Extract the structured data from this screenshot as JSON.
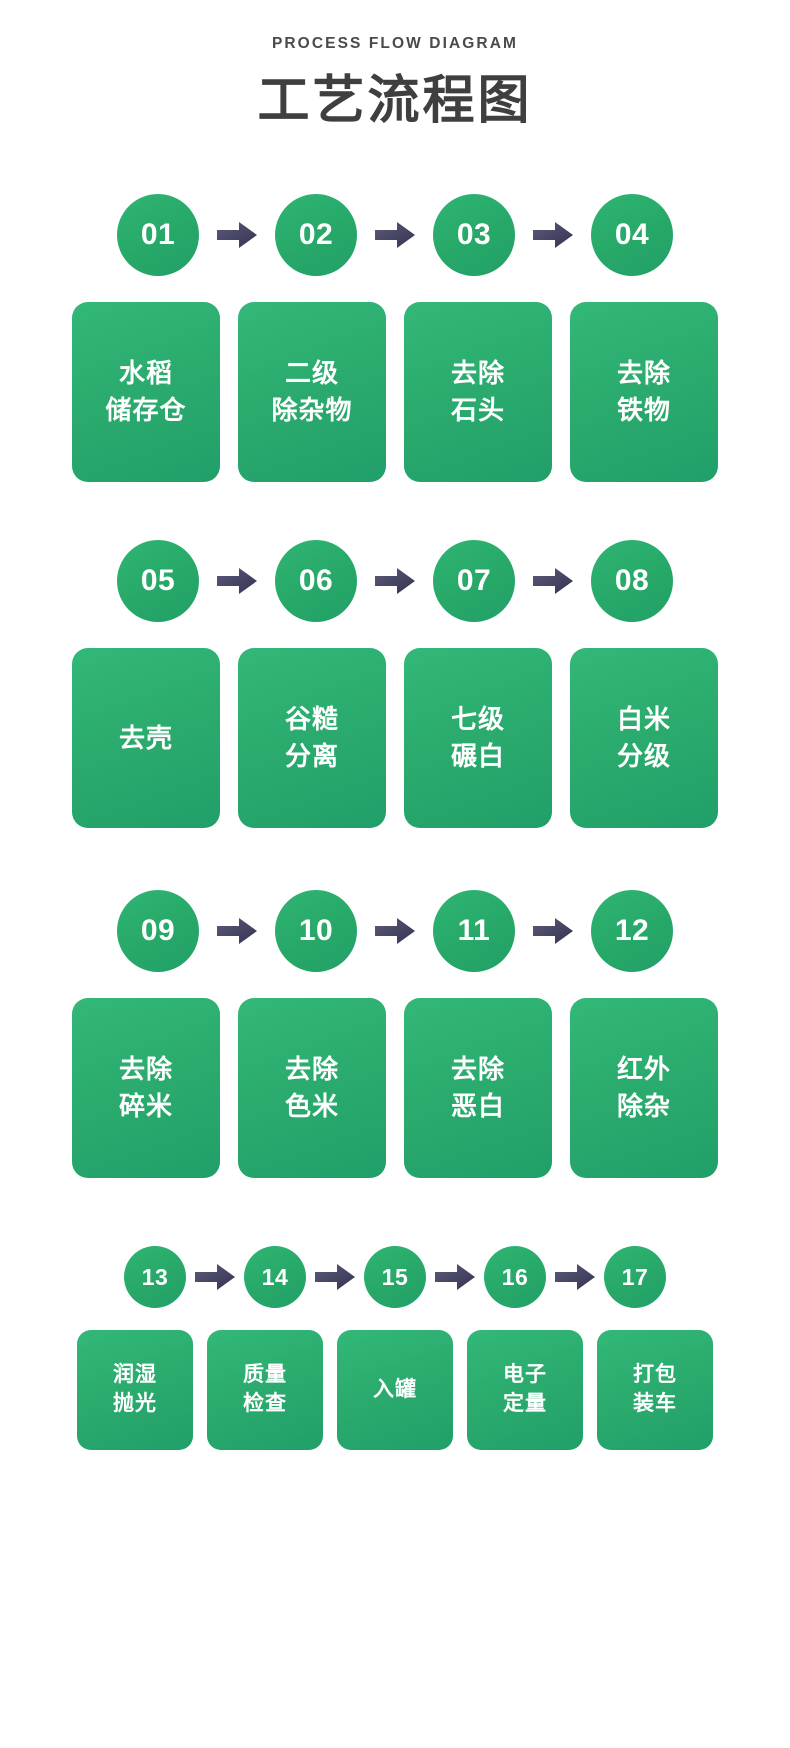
{
  "header": {
    "eyebrow": "PROCESS FLOW DIAGRAM",
    "title": "工艺流程图"
  },
  "colors": {
    "green_light": "#32b878",
    "green_mid": "#2aaa6d",
    "green_dark": "#20a069",
    "arrow_dark": "#3b3a56",
    "arrow_light": "#5b5a78",
    "title_text": "#3f3f3f",
    "card_text": "#ffffff",
    "background": "#ffffff"
  },
  "groups": [
    {
      "numbers": [
        "01",
        "02",
        "03",
        "04"
      ],
      "cards": [
        {
          "lines": [
            "水稻",
            "储存仓"
          ]
        },
        {
          "lines": [
            "二级",
            "除杂物"
          ]
        },
        {
          "lines": [
            "去除",
            "石头"
          ]
        },
        {
          "lines": [
            "去除",
            "铁物"
          ]
        }
      ]
    },
    {
      "numbers": [
        "05",
        "06",
        "07",
        "08"
      ],
      "cards": [
        {
          "lines": [
            "去壳"
          ]
        },
        {
          "lines": [
            "谷糙",
            "分离"
          ]
        },
        {
          "lines": [
            "七级",
            "碾白"
          ]
        },
        {
          "lines": [
            "白米",
            "分级"
          ]
        }
      ]
    },
    {
      "numbers": [
        "09",
        "10",
        "11",
        "12"
      ],
      "cards": [
        {
          "lines": [
            "去除",
            "碎米"
          ]
        },
        {
          "lines": [
            "去除",
            "色米"
          ]
        },
        {
          "lines": [
            "去除",
            "恶白"
          ]
        },
        {
          "lines": [
            "红外",
            "除杂"
          ]
        }
      ]
    },
    {
      "numbers": [
        "13",
        "14",
        "15",
        "16",
        "17"
      ],
      "cards": [
        {
          "lines": [
            "润湿",
            "抛光"
          ]
        },
        {
          "lines": [
            "质量",
            "检查"
          ]
        },
        {
          "lines": [
            "入罐"
          ]
        },
        {
          "lines": [
            "电子",
            "定量"
          ]
        },
        {
          "lines": [
            "打包",
            "装车"
          ]
        }
      ]
    }
  ]
}
